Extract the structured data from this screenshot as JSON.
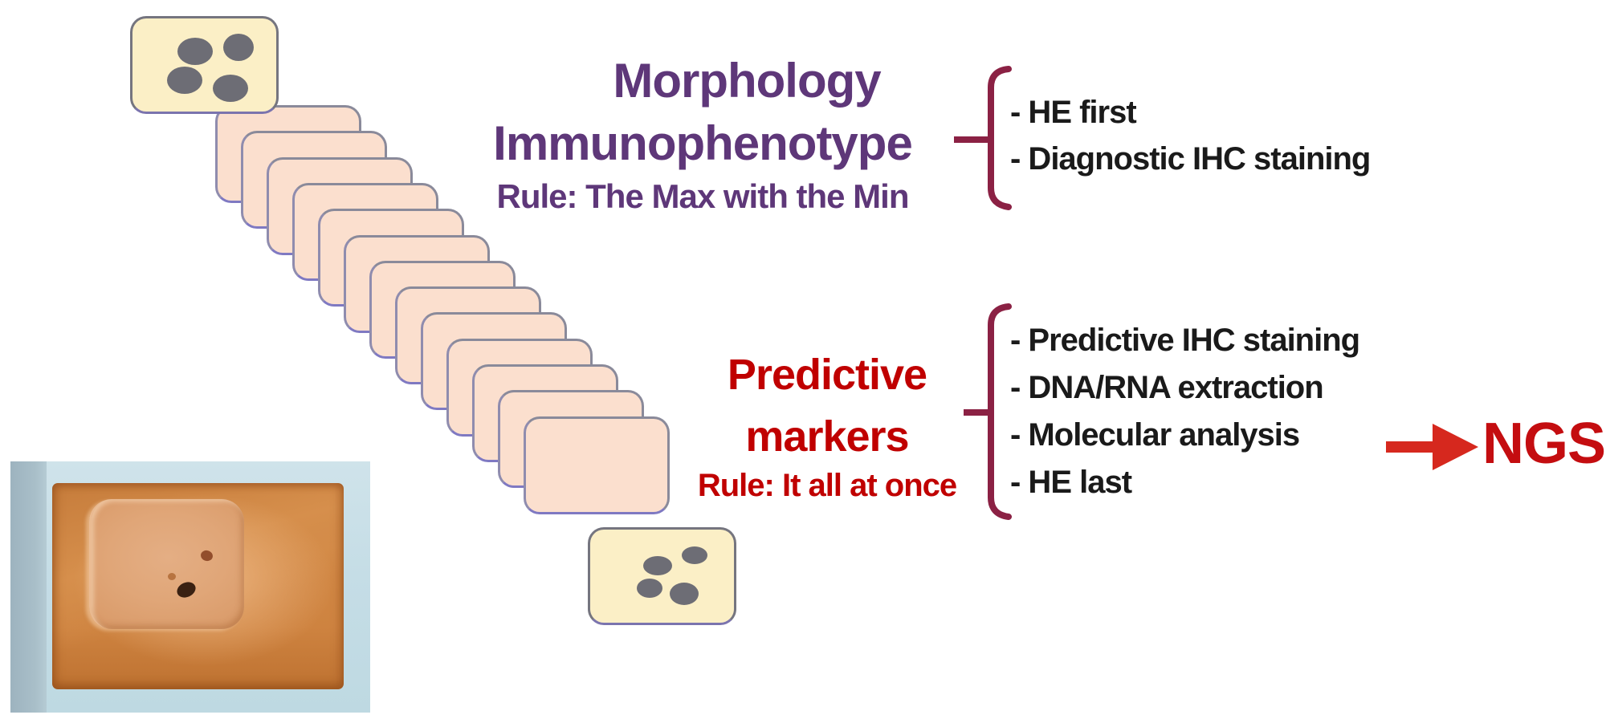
{
  "colors": {
    "heading_purple": "#5E3779",
    "accent_red": "#C00000",
    "bracket_maroon": "#8B2144",
    "arrow_red": "#D6281E",
    "list_black": "#1A1A1A",
    "slide_peach": "#FBDFCE",
    "slide_yellow": "#FBEFC6",
    "cell_gray": "#6D6D75"
  },
  "morphology_section": {
    "heading_line1": "Morphology",
    "heading_line2": "Immunophenotype",
    "rule": "Rule: The Max with the Min",
    "items": [
      "- HE first",
      "- Diagnostic IHC staining"
    ]
  },
  "predictive_section": {
    "heading_line1": "Predictive",
    "heading_line2": "markers",
    "rule": "Rule: It all at once",
    "items": [
      "- Predictive IHC staining",
      "- DNA/RNA extraction",
      "-  Molecular analysis",
      "- HE last"
    ],
    "ngs_label": "NGS"
  },
  "cascade": {
    "slide_count": 13,
    "first_slide_cell_count": 4,
    "last_slide_cell_count": 4
  }
}
